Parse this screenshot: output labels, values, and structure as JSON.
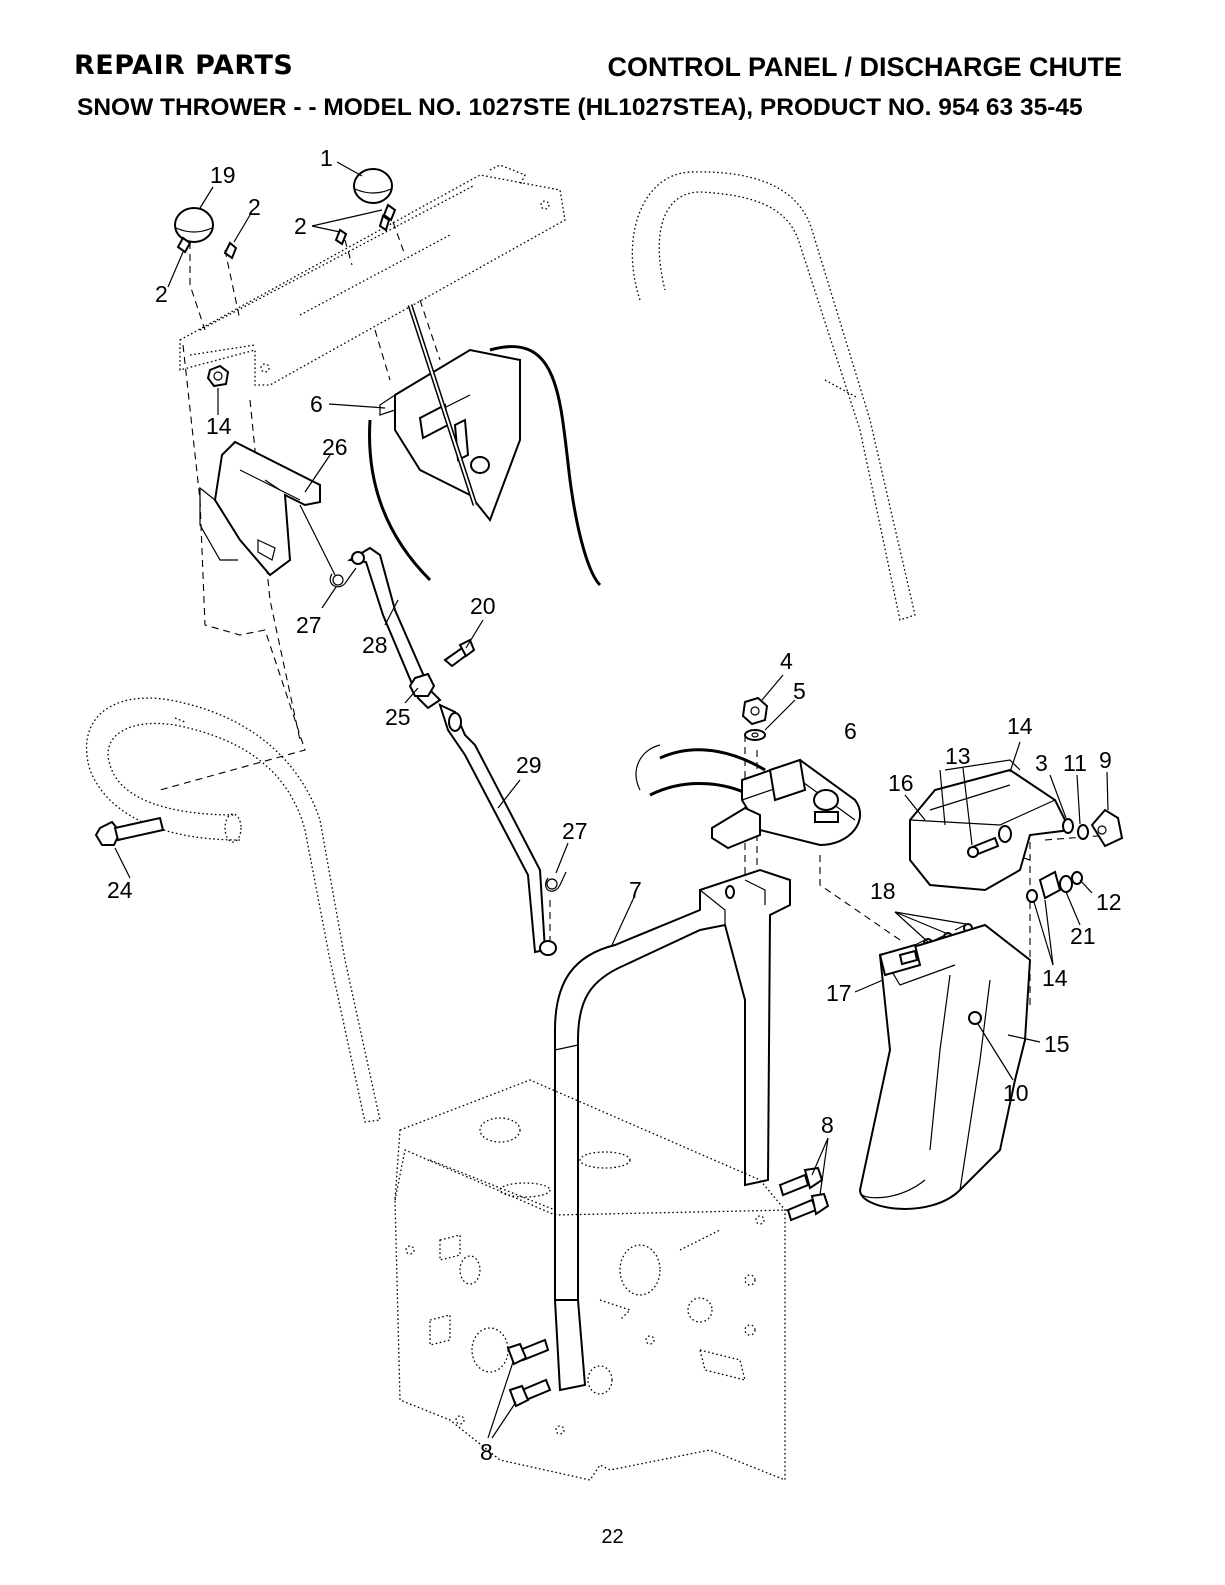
{
  "header": {
    "left_title": "REPAIR PARTS",
    "right_title": "CONTROL PANEL / DISCHARGE CHUTE",
    "subtitle": "SNOW THROWER - - MODEL NO. 1027STE (HL1027STEA), PRODUCT NO. 954 63 35-45"
  },
  "page_number": "22",
  "callouts": {
    "knob_left": "19",
    "knob_right": "1",
    "screw_a": "2",
    "screw_b": "2",
    "screw_c": "2",
    "locknut_left": "14",
    "bracket": "26",
    "chute_control": "6",
    "pin_upper": "27",
    "rod_upper": "28",
    "bolt_20": "20",
    "nut_25": "25",
    "rod_lower": "29",
    "pin_lower": "27",
    "bolt_24": "24",
    "nut_4": "4",
    "washer_5": "5",
    "chute_base": "6",
    "support_7": "7",
    "bolts_right": "8",
    "bolts_bottom": "8",
    "deflector_14": "14",
    "bolt_13": "13",
    "deflector_16": "16",
    "spacer_3": "3",
    "washer_11": "11",
    "knob_9": "9",
    "bolts_18": "18",
    "nut_12": "12",
    "washer_21": "21",
    "washers_14": "14",
    "bracket_17": "17",
    "chute_15": "15",
    "bolt_10": "10"
  }
}
